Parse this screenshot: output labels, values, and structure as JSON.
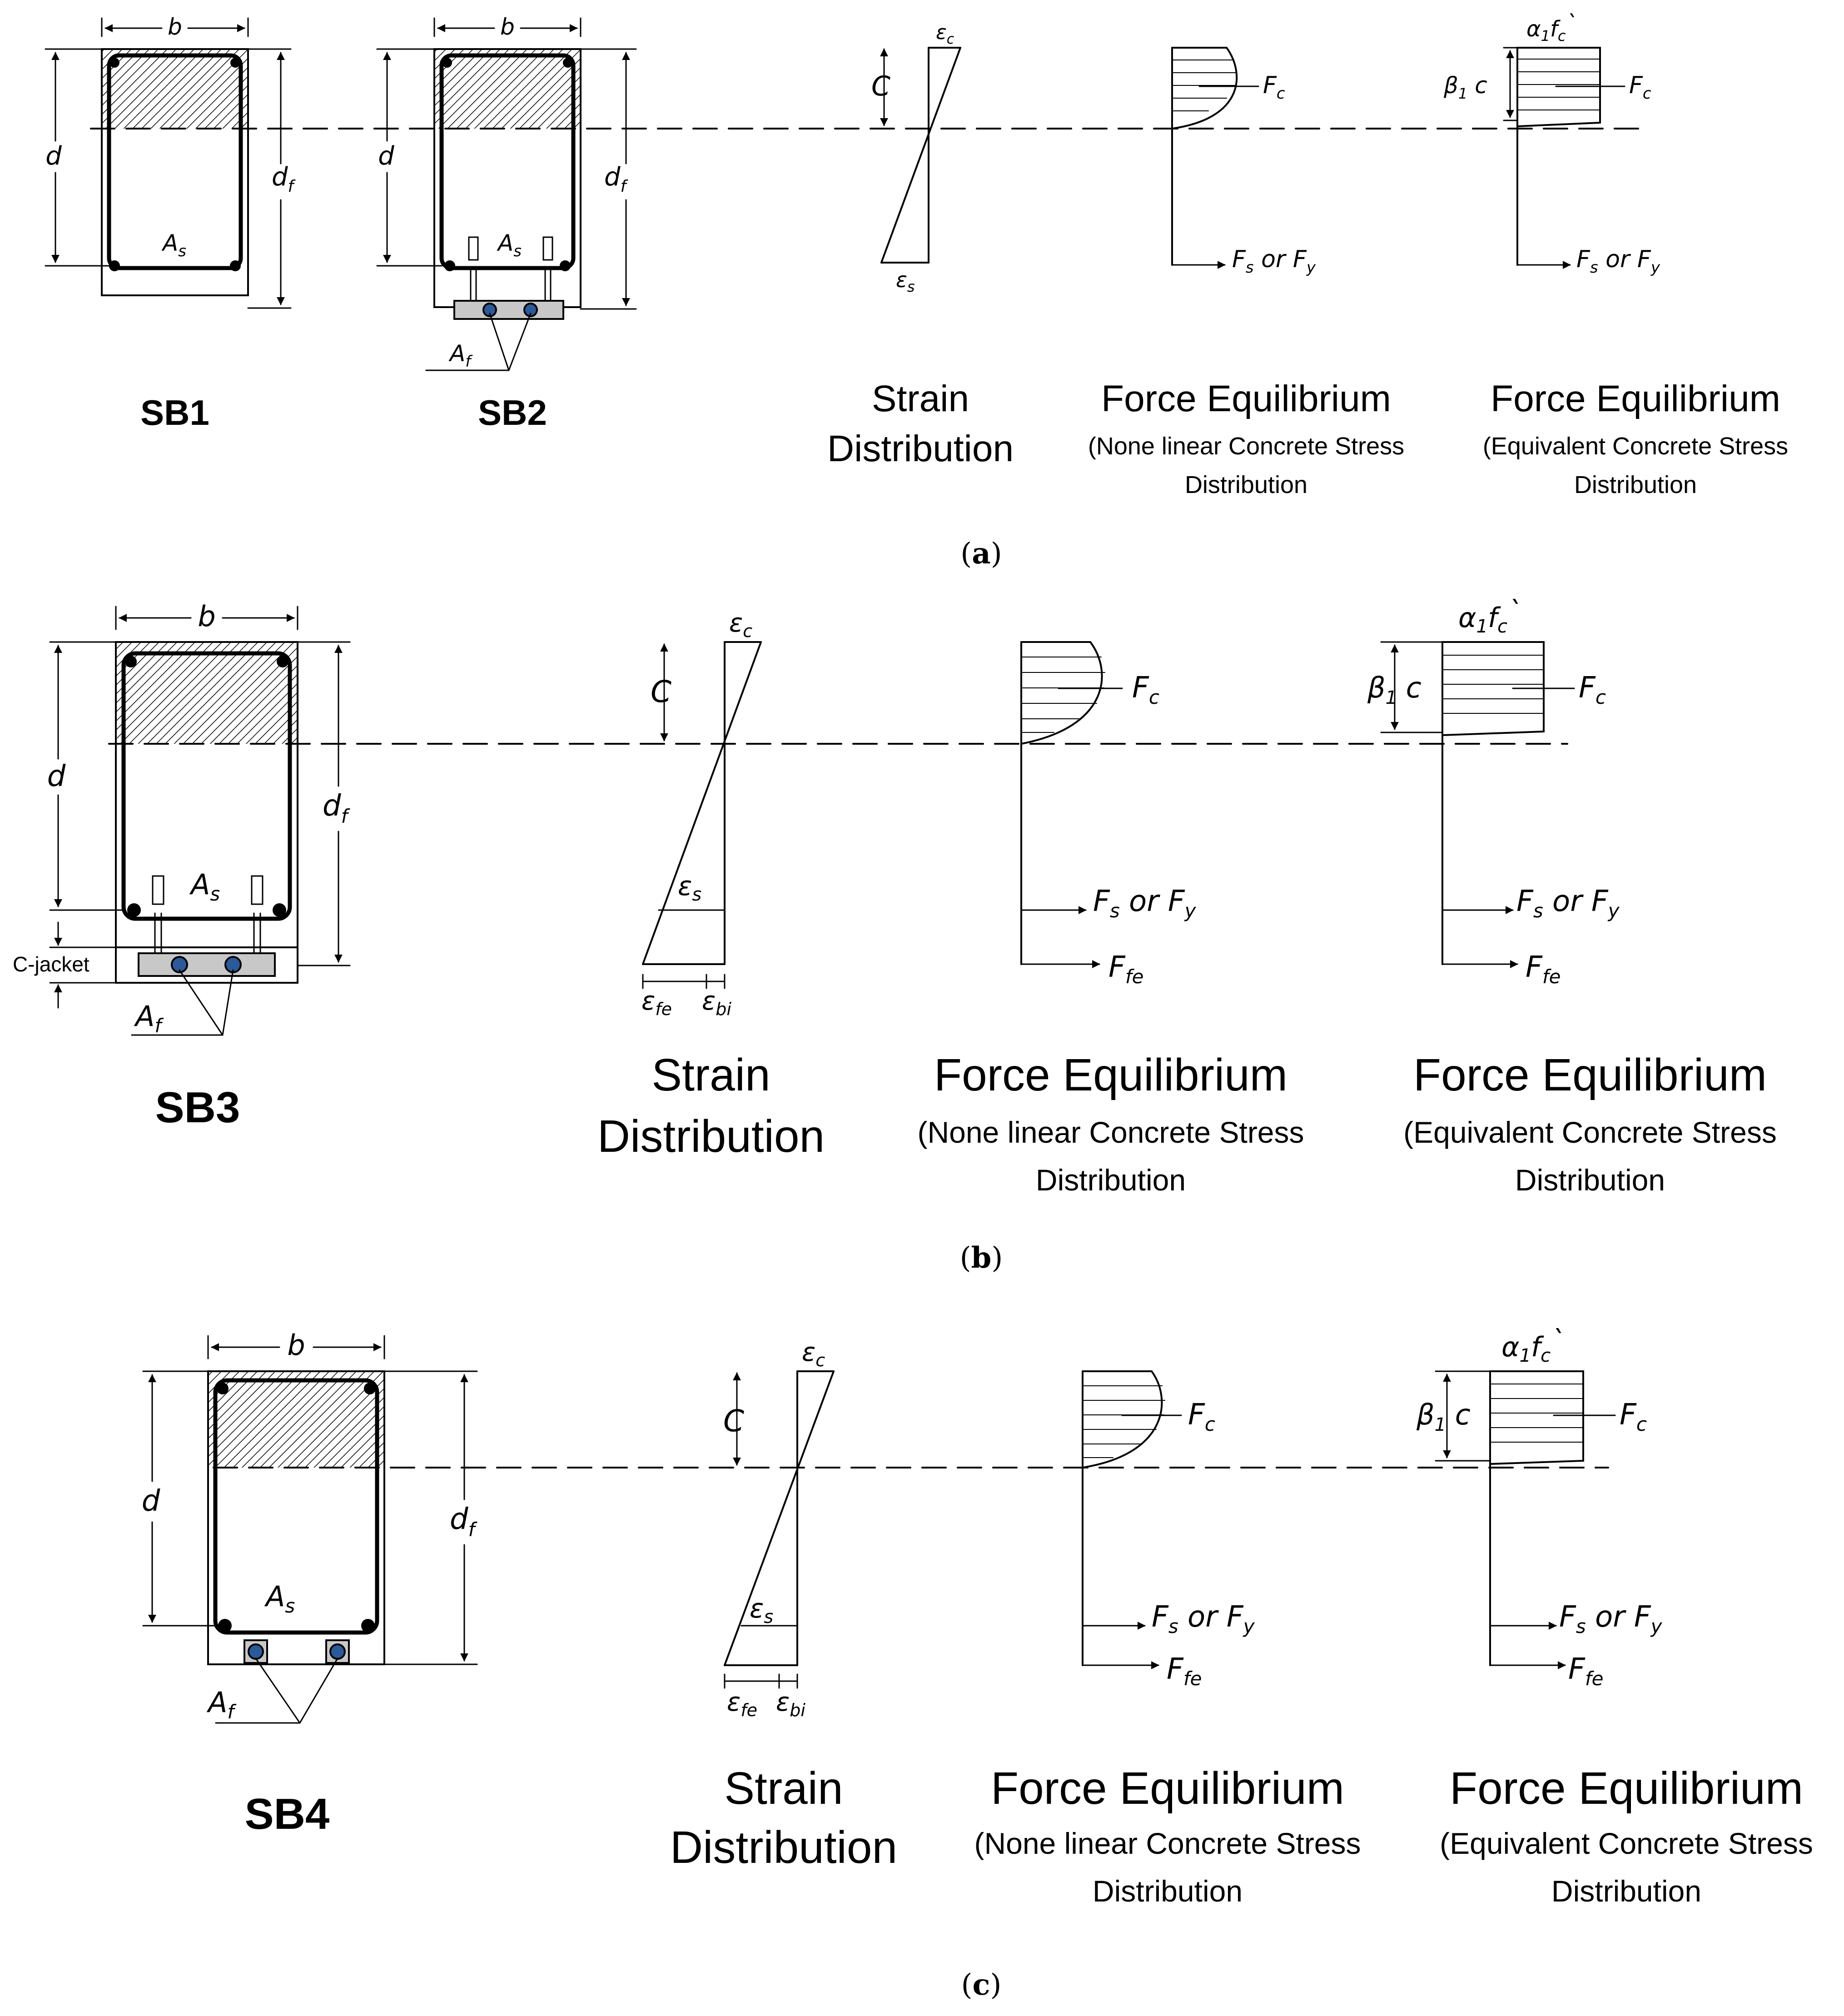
{
  "symbols": {
    "b": "b",
    "d": "d",
    "d_f": "d",
    "f_sub": "f",
    "A_s": "A",
    "s_sub": "s",
    "A_f": "A",
    "C": "C",
    "c": "c",
    "eps": "ε",
    "c_sub": "c",
    "fe_sub": "fe",
    "bi_sub": "bi",
    "F": "F",
    "or": "or",
    "y_sub": "y",
    "alpha": "α",
    "one_sub": "1",
    "f": "f",
    "prime": "`",
    "beta": "β",
    "c_jacket": "C-jacket"
  },
  "specimens": {
    "sb1": "SB1",
    "sb2": "SB2",
    "sb3": "SB3",
    "sb4": "SB4"
  },
  "captions": {
    "strain_line1": "Strain",
    "strain_line2": "Distribution",
    "force_title": "Force Equilibrium",
    "nonlinear_line1": "(None linear Concrete Stress",
    "equivalent_line1": "(Equivalent Concrete Stress",
    "dist_line2": "Distribution"
  },
  "panels": {
    "a": {
      "open": "(",
      "letter": "a",
      "close": ")"
    },
    "b": {
      "open": "(",
      "letter": "b",
      "close": ")"
    },
    "c": {
      "open": "(",
      "letter": "c",
      "close": ")"
    }
  },
  "colors": {
    "frp_bar": "#2a5a9a",
    "frp_plate": "#c8c8c8"
  }
}
